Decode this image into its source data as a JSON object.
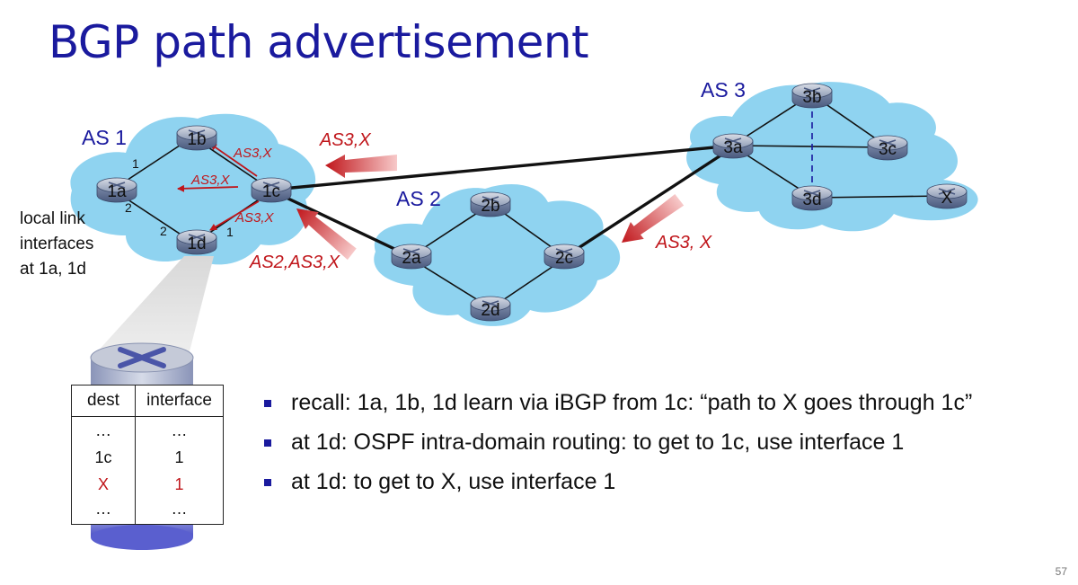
{
  "title": "BGP path advertisement",
  "as_labels": {
    "as1": "AS 1",
    "as2": "AS 2",
    "as3": "AS 3"
  },
  "routers": {
    "r1a": "1a",
    "r1b": "1b",
    "r1c": "1c",
    "r1d": "1d",
    "r2a": "2a",
    "r2b": "2b",
    "r2c": "2c",
    "r2d": "2d",
    "r3a": "3a",
    "r3b": "3b",
    "r3c": "3c",
    "r3d": "3d",
    "rx": "X"
  },
  "interface_numbers": {
    "n1b_1": "1",
    "n1a_2": "2",
    "n1d_2": "2",
    "n1d_1": "1"
  },
  "advertisements": {
    "ebgp_3a_1c": "AS3,X",
    "ibgp_1c_1b": "AS3,X",
    "ibgp_1c_1a": "AS3,X",
    "ibgp_1c_1d": "AS3,X",
    "ebgp_2a_1c": "AS2,AS3,X",
    "ebgp_3a_2c": "AS3, X"
  },
  "side_note": {
    "line1": "local link",
    "line2": "interfaces",
    "line3": "at 1a, 1d"
  },
  "forwarding_table": {
    "headers": {
      "dest": "dest",
      "interface": "interface"
    },
    "rows": [
      {
        "dest": "…",
        "interface": "…"
      },
      {
        "dest": "1c",
        "interface": "1"
      },
      {
        "dest": "X",
        "interface": "1"
      },
      {
        "dest": "…",
        "interface": "…"
      }
    ]
  },
  "bullets": [
    "recall: 1a, 1b, 1d learn via iBGP from 1c: “path to X goes through 1c”",
    "at 1d: OSPF intra-domain routing: to get to 1c, use  interface 1",
    "at 1d: to get to X, use  interface 1"
  ],
  "page_number": "57",
  "colors": {
    "title": "#1a1a9e",
    "advertisement": "#c0161b",
    "cloud": "#8fd3f0",
    "router": "#5a6f9a"
  }
}
